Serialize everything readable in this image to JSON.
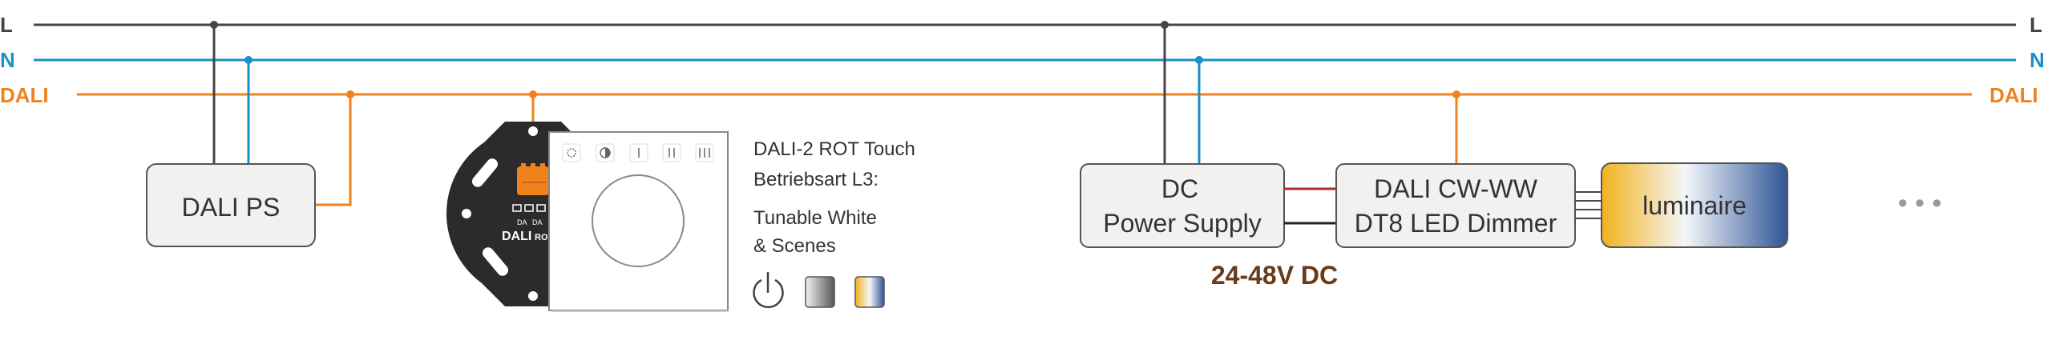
{
  "bus": {
    "l_label": "L",
    "n_label": "N",
    "dali_label": "DALI"
  },
  "components": {
    "dali_ps": "DALI PS",
    "rot_device_brand": "DALI",
    "rot_device_brand_suffix": "ROT",
    "rot_terminal_labels": [
      "DA",
      "DA"
    ],
    "power_supply_line1": "DC",
    "power_supply_line2": "Power Supply",
    "dimmer_line1": "DALI CW-WW",
    "dimmer_line2": "DT8 LED Dimmer",
    "luminaire": "luminaire",
    "voltage": "24-48V DC",
    "ellipsis": "• • •"
  },
  "info": {
    "title": "DALI-2 ROT Touch",
    "mode": "Betriebsart L3:",
    "function_line1": "Tunable White",
    "function_line2": "& Scenes"
  },
  "colors": {
    "line_l": "#444444",
    "line_n": "#1a8fc9",
    "line_dali": "#f0821e",
    "box_fill": "#f2f1ef",
    "box_stroke": "#555555",
    "voltage_text": "#6b3a16",
    "dc_positive": "#b3262b",
    "luminaire_warm": "#f2b21c",
    "luminaire_cool": "#2f5596"
  }
}
